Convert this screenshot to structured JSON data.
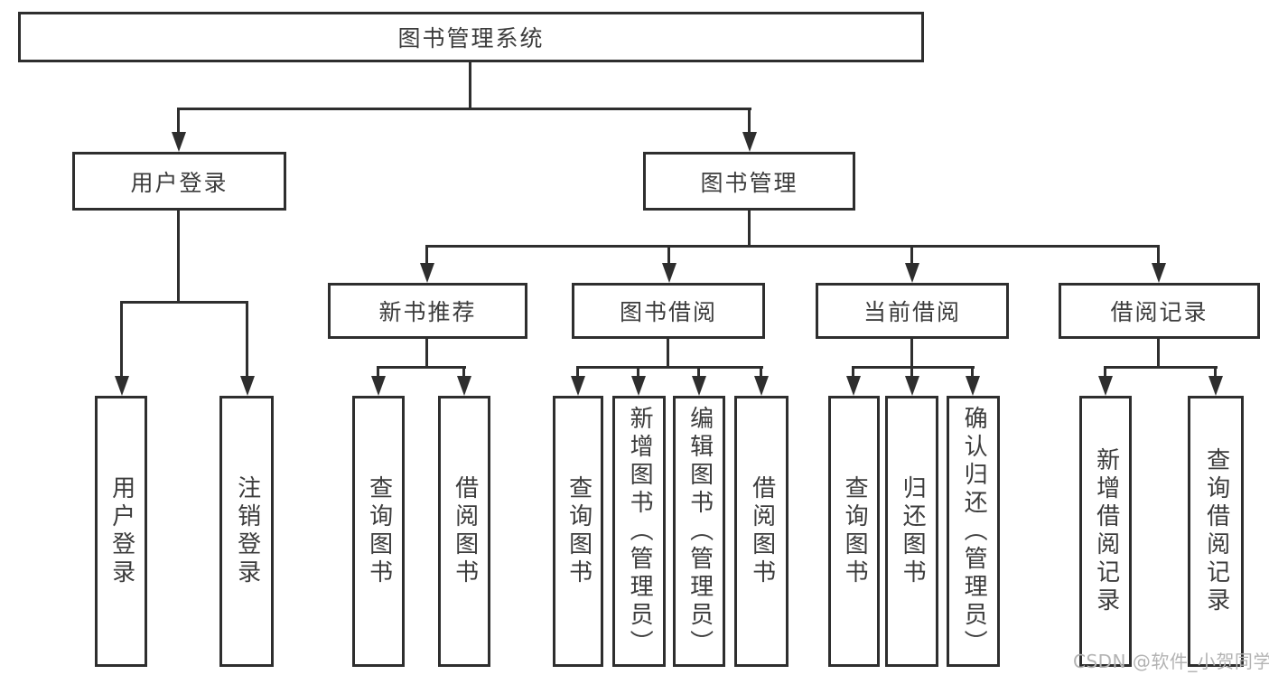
{
  "diagram": {
    "root": {
      "label": "图书管理系统"
    },
    "branches": [
      {
        "label": "用户登录",
        "children": [
          {
            "label": "用户登录"
          },
          {
            "label": "注销登录"
          }
        ]
      },
      {
        "label": "图书管理",
        "children": [
          {
            "label": "新书推荐",
            "children": [
              {
                "label": "查询图书"
              },
              {
                "label": "借阅图书"
              }
            ]
          },
          {
            "label": "图书借阅",
            "children": [
              {
                "label": "查询图书"
              },
              {
                "label": "新增图书（管理员）"
              },
              {
                "label": "编辑图书（管理员）"
              },
              {
                "label": "借阅图书"
              }
            ]
          },
          {
            "label": "当前借阅",
            "children": [
              {
                "label": "查询图书"
              },
              {
                "label": "归还图书"
              },
              {
                "label": "确认归还（管理员）"
              }
            ]
          },
          {
            "label": "借阅记录",
            "children": [
              {
                "label": "新增借阅记录"
              },
              {
                "label": "查询借阅记录"
              }
            ]
          }
        ]
      }
    ]
  },
  "colors": {
    "line": "#2e2e2e",
    "text": "#3c3c3c",
    "watermark": "#b3b3b3"
  },
  "watermark": "CSDN @软件_小贺同学"
}
